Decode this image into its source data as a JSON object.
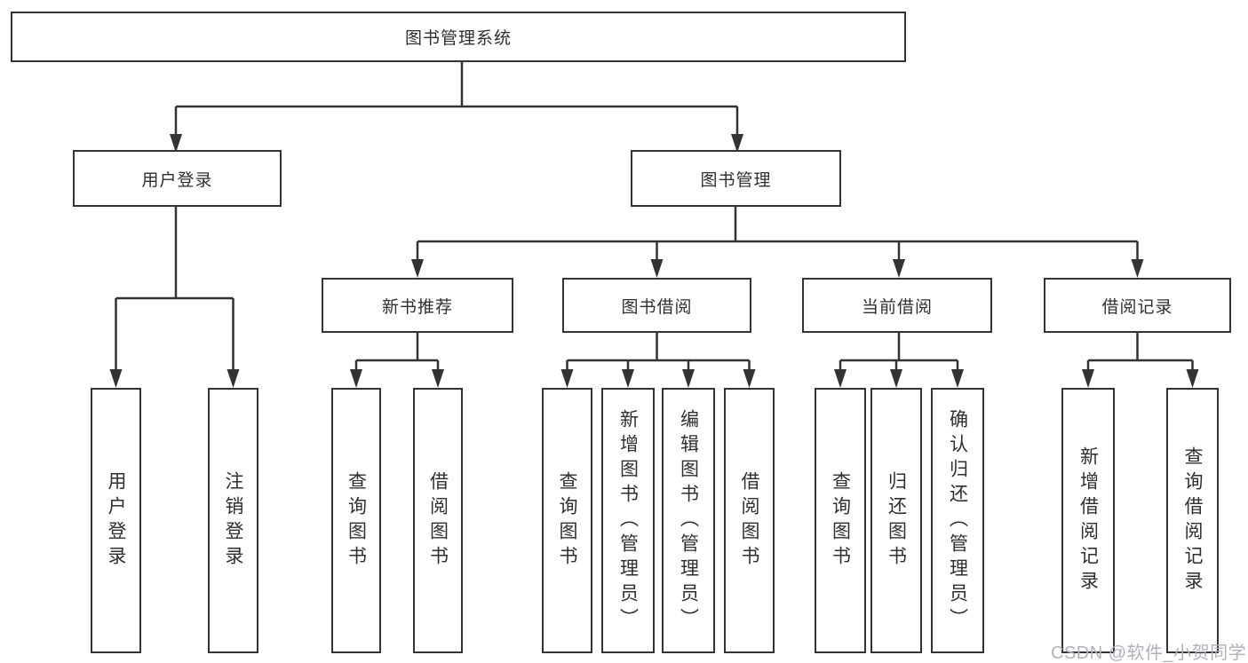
{
  "diagram": {
    "root": {
      "label": "图书管理系统"
    },
    "branches": [
      {
        "label": "用户登录",
        "children": [
          {
            "label": "用户登录"
          },
          {
            "label": "注销登录"
          }
        ]
      },
      {
        "label": "图书管理",
        "children": [
          {
            "label": "新书推荐",
            "children": [
              {
                "label": "查询图书"
              },
              {
                "label": "借阅图书"
              }
            ]
          },
          {
            "label": "图书借阅",
            "children": [
              {
                "label": "查询图书"
              },
              {
                "label": "新增图书（管理员）"
              },
              {
                "label": "编辑图书（管理员）"
              },
              {
                "label": "借阅图书"
              }
            ]
          },
          {
            "label": "当前借阅",
            "children": [
              {
                "label": "查询图书"
              },
              {
                "label": "归还图书"
              },
              {
                "label": "确认归还（管理员）"
              }
            ]
          },
          {
            "label": "借阅记录",
            "children": [
              {
                "label": "新增借阅记录"
              },
              {
                "label": "查询借阅记录"
              }
            ]
          }
        ]
      }
    ]
  },
  "watermark": {
    "text": "CSDN @软件_小贺同学"
  },
  "colors": {
    "line": "#333333",
    "text": "#2f2f2f",
    "watermark": "#aeb2ba",
    "background": "#ffffff"
  }
}
